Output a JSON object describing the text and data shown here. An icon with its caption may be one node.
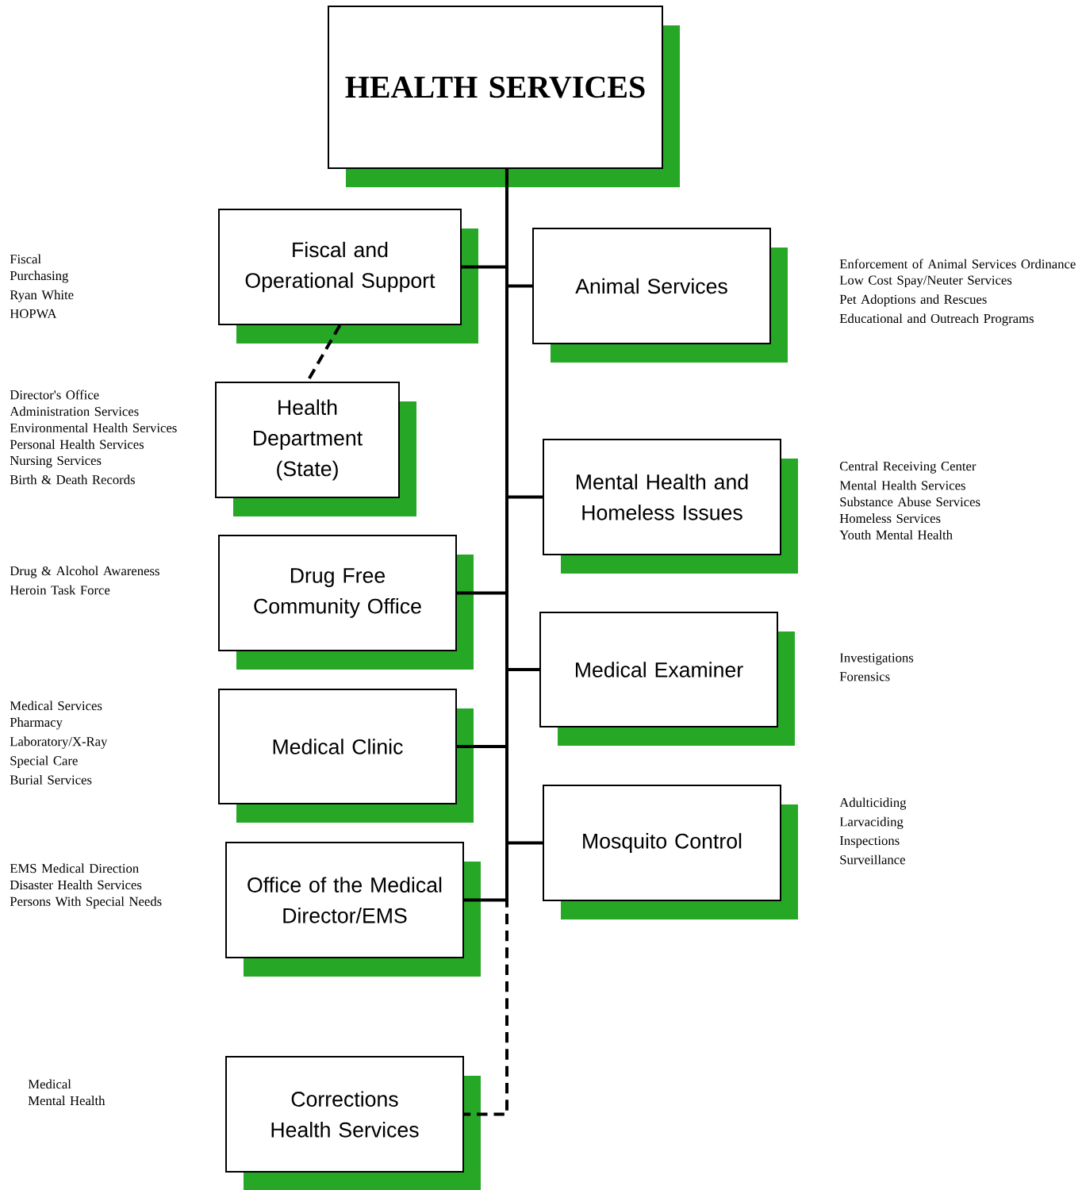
{
  "diagram": {
    "nodes": [
      {
        "text": [
          "HEALTH SERVICES"
        ]
      },
      {
        "text": [
          "Fiscal and Operational Support"
        ],
        "beside": [
          "Fiscal",
          "Purchasing",
          "Ryan White",
          "HOPWA"
        ]
      },
      {
        "text": [
          "Animal Services"
        ],
        "beside": [
          "Enforcement of Animal Services Ordinance",
          "Low Cost Spay/Neuter Services",
          "Pet Adoptions and Rescues",
          "Educational and Outreach Programs"
        ]
      },
      {
        "text": [
          "Health Department (State)"
        ],
        "beside": [
          "Director's Office",
          "Administration Services",
          "Environmental Health Services",
          "Personal Health Services",
          "Nursing Services",
          "Birth & Death Records"
        ]
      },
      {
        "text": [
          "Mental Health and Homeless Issues"
        ],
        "beside": [
          "Central Receiving Center",
          "Mental Health Services",
          "Substance Abuse Services",
          "Homeless Services",
          "Youth Mental Health"
        ]
      },
      {
        "text": [
          "Drug Free Community Office"
        ],
        "beside": [
          "Drug & Alcohol Awareness",
          "Heroin Task Force"
        ]
      },
      {
        "text": [
          "Medical Examiner"
        ],
        "beside": [
          "Investigations",
          "Forensics"
        ]
      },
      {
        "text": [
          "Medical Clinic"
        ],
        "beside": [
          "Medical Services",
          "Pharmacy",
          "Laboratory/X-Ray",
          "Special Care",
          "Burial Services"
        ]
      },
      {
        "text": [
          "Mosquito Control"
        ],
        "beside": [
          "Adulticiding",
          "Larvaciding",
          "Inspections",
          "Surveillance"
        ]
      },
      {
        "text": [
          "Office of the Medical Director/EMS"
        ],
        "beside": [
          "EMS Medical Direction",
          "Disaster Health Services",
          "Persons With Special Needs"
        ]
      },
      {
        "text": [
          "Corrections Health Services"
        ],
        "beside": [
          "Medical",
          "Mental Health"
        ]
      }
    ],
    "edges": [
      {
        "from": 0,
        "to": 1,
        "arrow": "none"
      },
      {
        "from": 0,
        "to": 2,
        "arrow": "none"
      },
      {
        "from": 1,
        "to": 3,
        "arrow": "none",
        "style": "dashed"
      },
      {
        "from": 0,
        "to": 4,
        "arrow": "none"
      },
      {
        "from": 0,
        "to": 5,
        "arrow": "none"
      },
      {
        "from": 0,
        "to": 6,
        "arrow": "none"
      },
      {
        "from": 0,
        "to": 7,
        "arrow": "none"
      },
      {
        "from": 0,
        "to": 8,
        "arrow": "none"
      },
      {
        "from": 0,
        "to": 9,
        "arrow": "none"
      },
      {
        "from": 0,
        "to": 10,
        "arrow": "none",
        "style": "dashed"
      }
    ]
  }
}
